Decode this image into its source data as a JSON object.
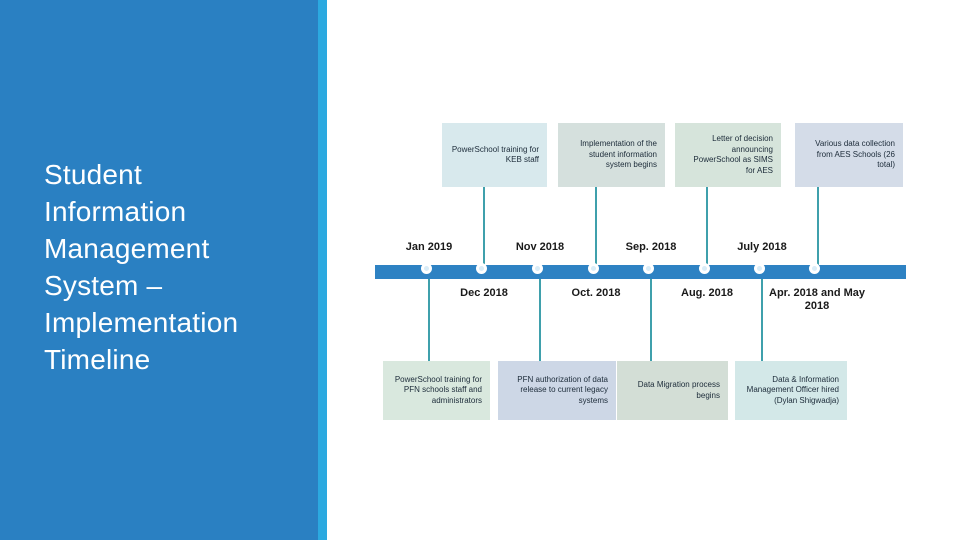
{
  "sidebar": {
    "title": "Student Information Management System – Implementation Timeline",
    "background_color": "#2A80C2",
    "accent_strip_color": "#2BA9E0"
  },
  "timeline": {
    "bar_color": "#2E82C3",
    "connector_color": "#3FA0AC",
    "circle_fill_color": "#D9ECF7",
    "dates_above": [
      "Jan 2019",
      "Nov 2018",
      "Sep. 2018",
      "July 2018"
    ],
    "dates_below": [
      "Dec 2018",
      "Oct. 2018",
      "Aug. 2018",
      "Apr. 2018 and May 2018"
    ],
    "events_above": [
      {
        "label": "PowerSchool training for KEB staff",
        "color": "#D8E9ED"
      },
      {
        "label": "Implementation of the student information system begins",
        "color": "#D5E0DD"
      },
      {
        "label": "Letter of decision announcing PowerSchool as SIMS for AES",
        "color": "#D6E4DB"
      },
      {
        "label": "Various data collection from AES Schools (26 total)",
        "color": "#D4DCE8"
      }
    ],
    "events_below": [
      {
        "label": "PowerSchool training for PFN schools staff and administrators",
        "color": "#D9E8DE"
      },
      {
        "label": "PFN authorization of data release to current legacy systems",
        "color": "#CDD7E6"
      },
      {
        "label": "Data Migration process begins",
        "color": "#D3DED6"
      },
      {
        "label": "Data & Information Management Officer hired (Dylan Shigwadja)",
        "color": "#D3E8E8"
      }
    ]
  }
}
